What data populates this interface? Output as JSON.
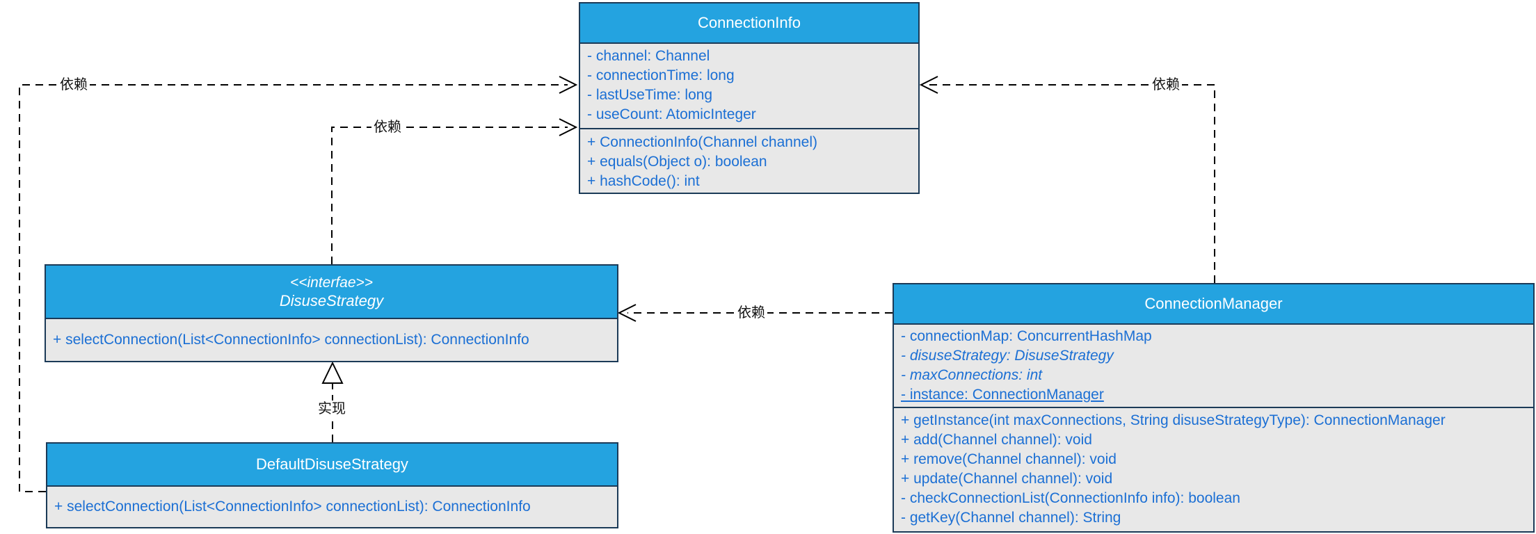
{
  "classes": {
    "connection_info": {
      "name": "ConnectionInfo",
      "attributes": [
        "- channel: Channel",
        "- connectionTime: long",
        "- lastUseTime: long",
        "- useCount: AtomicInteger"
      ],
      "methods": [
        "+ ConnectionInfo(Channel channel)",
        "+ equals(Object o): boolean",
        "+ hashCode(): int"
      ]
    },
    "disuse_strategy": {
      "stereotype": "<<interfae>>",
      "name": "DisuseStrategy",
      "methods": [
        "+ selectConnection(List<ConnectionInfo> connectionList): ConnectionInfo"
      ]
    },
    "default_disuse_strategy": {
      "name": "DefaultDisuseStrategy",
      "methods": [
        "+ selectConnection(List<ConnectionInfo> connectionList): ConnectionInfo"
      ]
    },
    "connection_manager": {
      "name": "ConnectionManager",
      "attributes": [
        {
          "text": "- connectionMap: ConcurrentHashMap"
        },
        {
          "text": "- disuseStrategy: DisuseStrategy",
          "style": "italic"
        },
        {
          "text": "- maxConnections: int",
          "style": "italic"
        },
        {
          "text": "- instance: ConnectionManager",
          "style": "underline"
        }
      ],
      "methods": [
        "+ getInstance(int maxConnections, String disuseStrategyType): ConnectionManager",
        "+ add(Channel channel): void",
        "+ remove(Channel channel): void",
        "+ update(Channel channel): void",
        "- checkConnectionList(ConnectionInfo info): boolean",
        "- getKey(Channel channel): String"
      ]
    }
  },
  "edges": {
    "default_disuse_to_connection_info": {
      "label": "依赖",
      "type": "dependency"
    },
    "disuse_to_connection_info": {
      "label": "依赖",
      "type": "dependency"
    },
    "manager_to_connection_info": {
      "label": "依赖",
      "type": "dependency"
    },
    "manager_to_disuse_strategy": {
      "label": "依赖",
      "type": "dependency"
    },
    "default_implements_disuse": {
      "label": "实现",
      "type": "realization"
    }
  },
  "colors": {
    "header_fill": "#24A3E0",
    "body_fill": "#E8E8E8",
    "border": "#1B3A57",
    "member_text": "#1B6FD4",
    "edge": "#000000",
    "header_text": "#FFFFFF",
    "label_text": "#111111"
  }
}
